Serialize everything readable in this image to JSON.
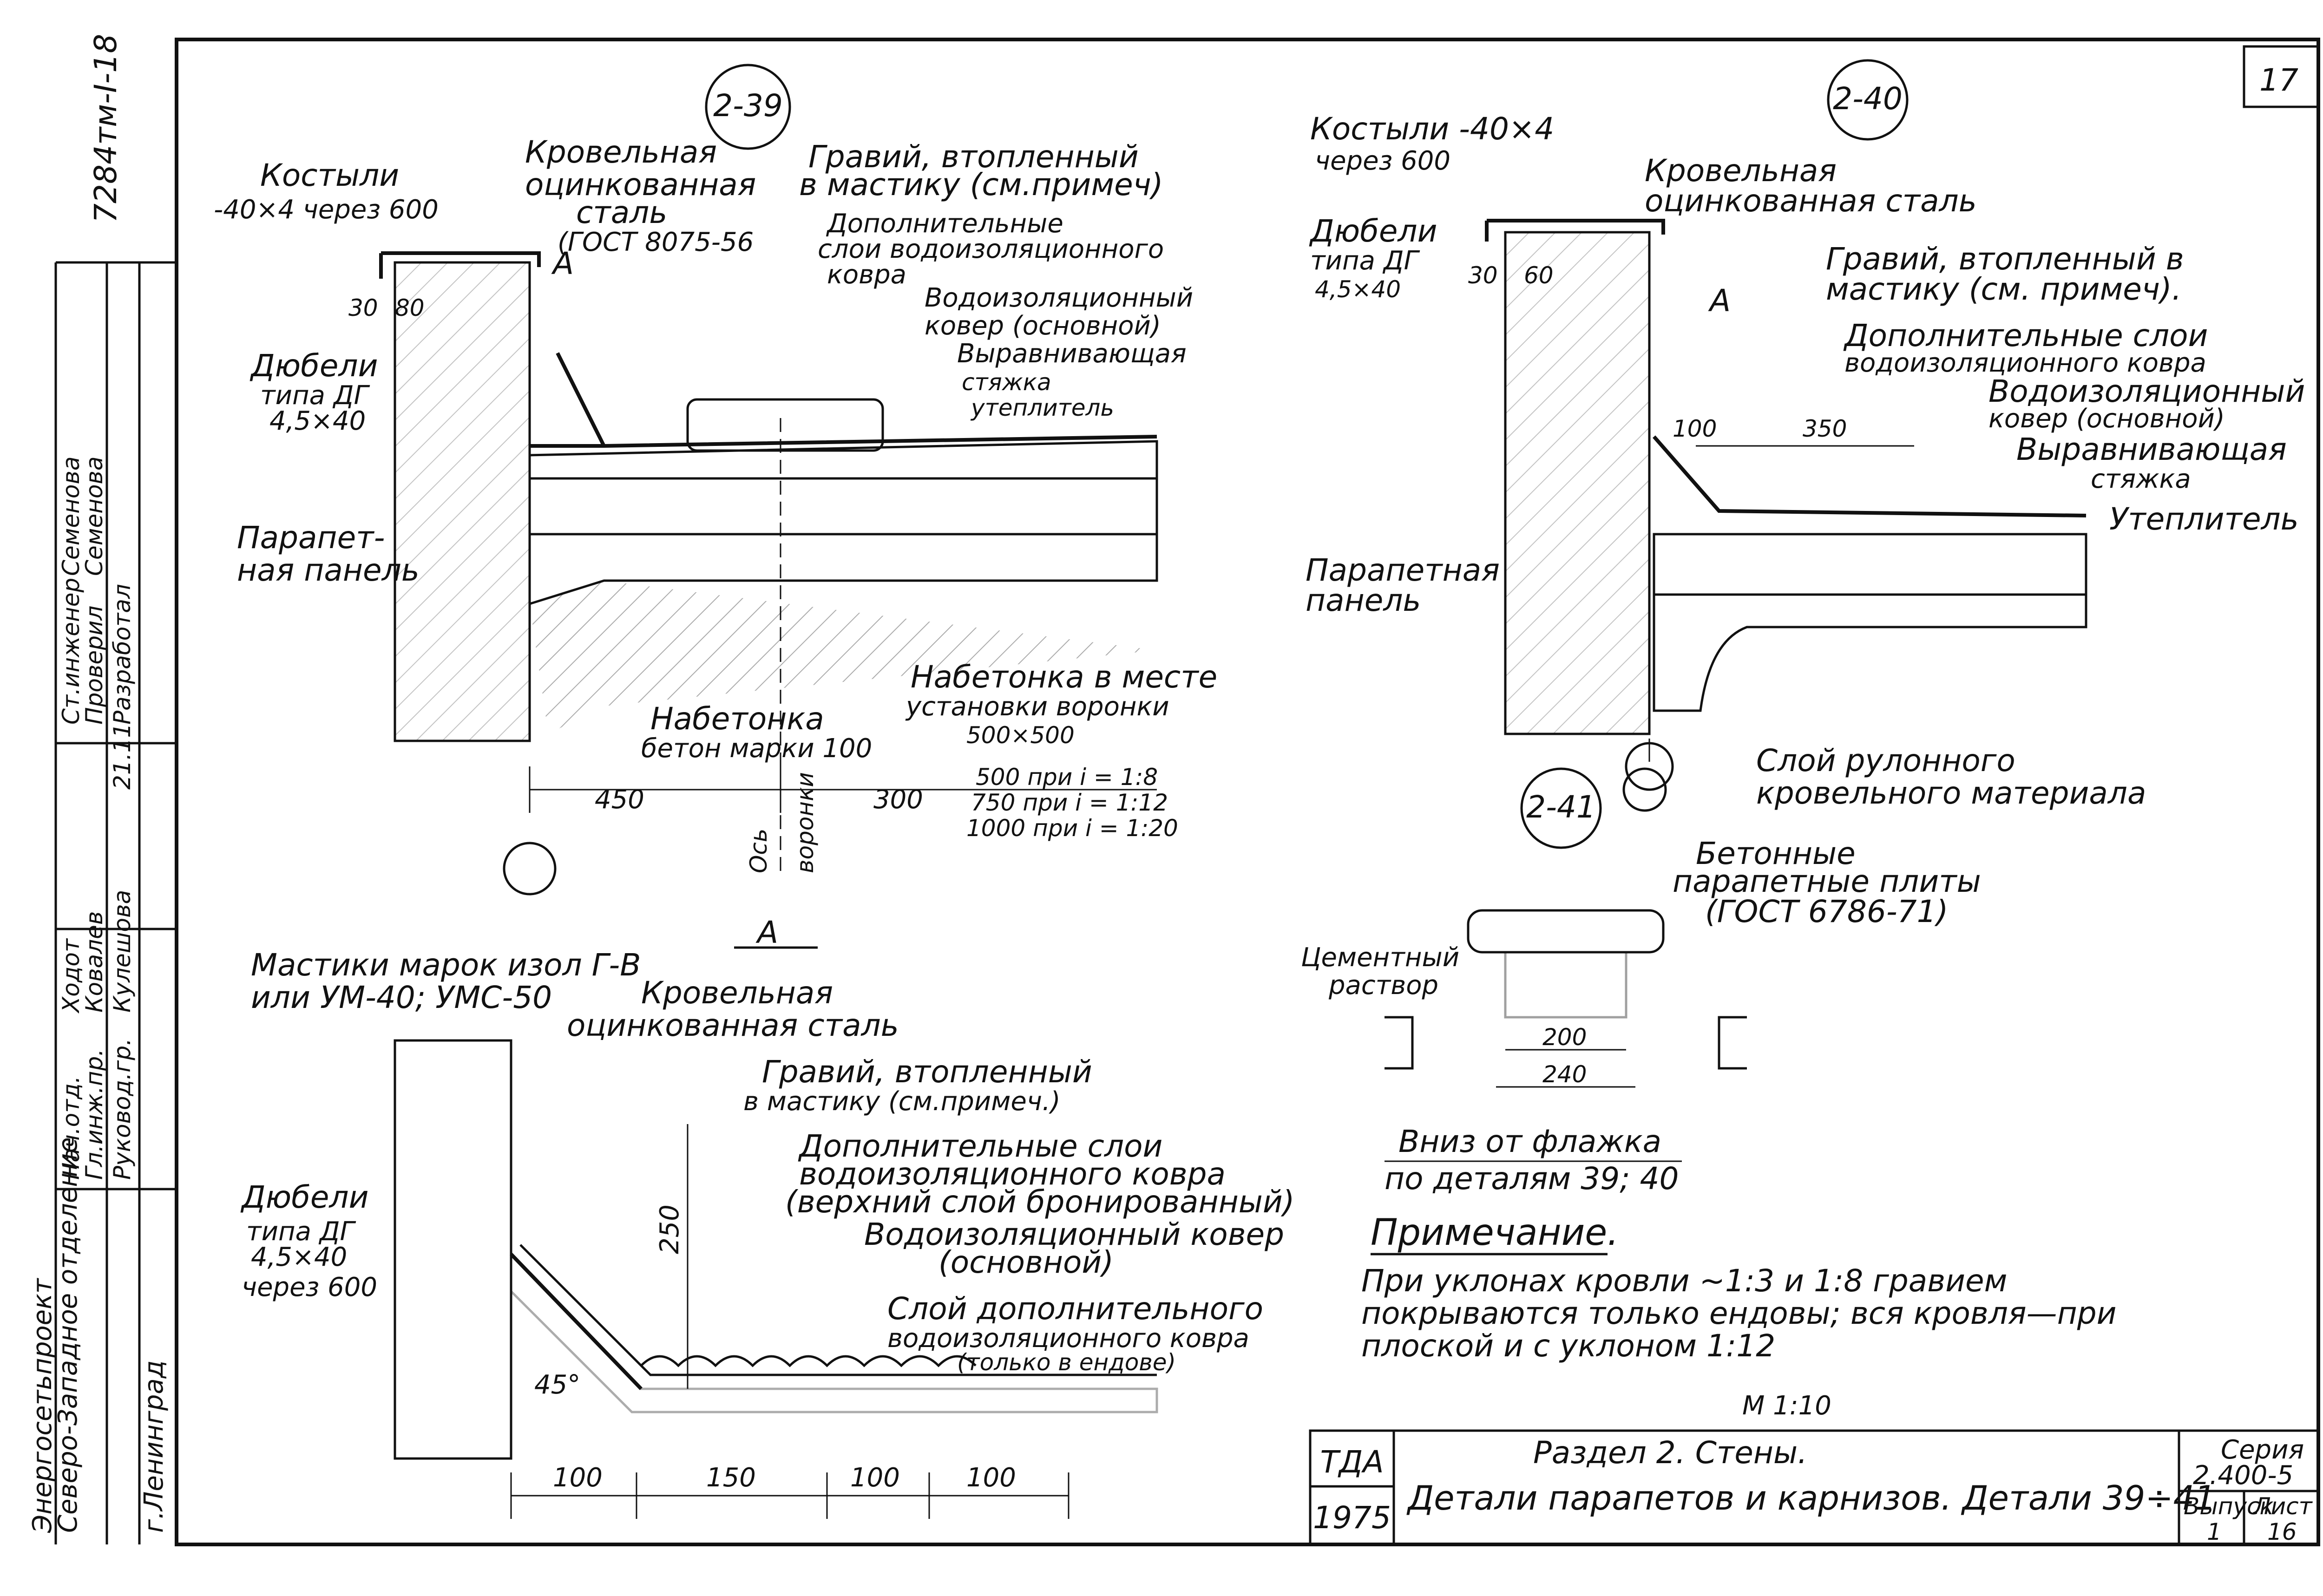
{
  "sheet_number": "17",
  "stamp": {
    "doc_code": "7284тм-I-18",
    "org_name": "Энергосетьпроект",
    "org_branch": "Северо-Западное отделение",
    "city": "г.Ленинград",
    "roles": [
      "Нач.отд.",
      "Гл.инж.пр.",
      "Руковод.гр.",
      "Ст.инженер",
      "Проверил",
      "Разработал"
    ],
    "names": [
      "Ходот",
      "Ковалев",
      "Кулешова",
      "Семенова",
      "Семенова"
    ],
    "date": "21.11"
  },
  "detail_2_39": {
    "marker": "2-39",
    "labels": {
      "kostyli": "Костыли",
      "kostyli_size": "-40×4 через 600",
      "roof_steel": "Кровельная",
      "roof_steel_2": "оцинкованная",
      "roof_steel_3": "сталь",
      "roof_steel_gost": "(ГОСТ 8075-56",
      "gravel": "Гравий, втопленный",
      "gravel_2": "в мастику (см.примеч)",
      "add_layers": "Дополнительные",
      "add_layers_2": "слои водоизоляционного",
      "add_layers_3": "ковра",
      "a_mark": "А",
      "dim_30": "30",
      "dim_80": "80",
      "waterproof": "Водоизоляционный",
      "waterproof_2": "ковер (основной)",
      "screed": "Выравнивающая",
      "screed_2": "стяжка",
      "insulation": "утеплитель",
      "dowel": "Дюбели",
      "dowel_2": "типа ДГ",
      "dowel_3": "4,5×40",
      "parapet": "Парапет-",
      "parapet_2": "ная панель",
      "concrete_fill": "Набетонка",
      "concrete_grade": "бетон марки 100",
      "funnel_fill": "Набетонка в месте",
      "funnel_fill_2": "установки   воронки",
      "funnel_size": "500×500",
      "dim_450": "450",
      "dim_300": "300",
      "slope_1": "500  при  i = 1:8",
      "slope_2": "750  при  i = 1:12",
      "slope_3": "1000 при  i = 1:20",
      "axis": "Ось",
      "axis_2": "воронки"
    }
  },
  "detail_a": {
    "title": "А",
    "labels": {
      "mastic": "Мастики марок изол Г-В",
      "mastic_2": "или УМ-40; УМС-50",
      "roof_steel": "Кровельная",
      "roof_steel_2": "оцинкованная сталь",
      "gravel": "Гравий, втопленный",
      "gravel_2": "в мастику (см.примеч.)",
      "add_layers": "Дополнительные слои",
      "add_layers_2": "водоизоляционного ковра",
      "add_layers_3": "(верхний слой бронированный)",
      "waterproof": "Водоизоляционный ковер",
      "waterproof_2": "(основной)",
      "extra_layer": "Слой дополнительного",
      "extra_layer_2": "водоизоляционного ковра",
      "extra_layer_3": "(только в ендове)",
      "dowel": "Дюбели",
      "dowel_2": "типа ДГ",
      "dowel_3": "4,5×40",
      "dowel_4": "через 600",
      "dim_250": "250",
      "angle": "45°",
      "dim_100a": "100",
      "dim_150": "150",
      "dim_100b": "100",
      "dim_100c": "100"
    }
  },
  "detail_2_40": {
    "marker": "2-40",
    "labels": {
      "kostyli": "Костыли -40×4",
      "kostyli_2": "через 600",
      "roof_steel": "Кровельная",
      "roof_steel_2": "оцинкованная сталь",
      "dowel": "Дюбели",
      "dowel_2": "типа ДГ",
      "dowel_3": "4,5×40",
      "dim_30": "30",
      "dim_60": "60",
      "gravel": "Гравий, втопленный в",
      "gravel_2": "мастику (см. примеч).",
      "a_mark": "А",
      "add_layers": "Дополнительные слои",
      "add_layers_2": "водоизоляционного ковра",
      "waterproof": "Водоизоляционный",
      "waterproof_2": "ковер (основной)",
      "screed": "Выравнивающая",
      "screed_2": "стяжка",
      "insulation": "Утеплитель",
      "dim_100": "100",
      "dim_350": "350",
      "parapet": "Парапетная",
      "parapet_2": "панель",
      "roll_layer": "Слой   рулонного",
      "roll_layer_2": "кровельного материала"
    }
  },
  "detail_2_41": {
    "marker": "2-41",
    "labels": {
      "slabs": "Бетонные",
      "slabs_2": "парапетные плиты",
      "slabs_3": "(ГОСТ 6786-71)",
      "mortar": "Цементный",
      "mortar_2": "раствор",
      "dim_200": "200",
      "dim_240": "240",
      "drip": "Вниз  от  флажка",
      "drip_2": "по деталям  39; 40"
    }
  },
  "note": {
    "title": "Примечание.",
    "text_1": "При уклонах кровли  ~1:3 и 1:8 гравием",
    "text_2": "покрываются только ендовы; вся кровля—при",
    "text_3": "плоской  и с уклоном  1:12"
  },
  "scale": "М 1:10",
  "title_block": {
    "org": "ТДА",
    "year": "1975",
    "section": "Раздел 2. Стены.",
    "title": "Детали парапетов и карнизов. Детали 39÷41",
    "series_label": "Серия",
    "series": "2.400-5",
    "issue_label": "Выпуск",
    "issue": "1",
    "sheet_label": "Лист",
    "sheet": "16"
  }
}
